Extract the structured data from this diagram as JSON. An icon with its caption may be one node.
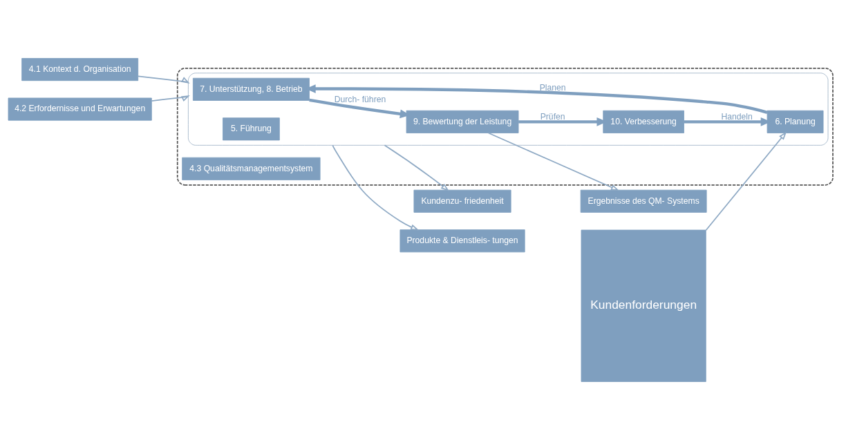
{
  "diagram": {
    "nodes": [
      {
        "text": [
          "4.1 Kontext d. Organisation"
        ]
      },
      {
        "text": [
          "Kundenforderungen"
        ]
      },
      {
        "text": [
          "4.2 Erfordernisse und Erwartungen"
        ]
      },
      {
        "text": [],
        "shape": "box"
      },
      {
        "text": [
          "4.3 Qualitätsmanagementsystem"
        ],
        "in": 3
      },
      {
        "text": [],
        "shape": "ellipse",
        "in": 3
      },
      {
        "text": [
          "7. Unterstützung, 8. Betrieb"
        ],
        "in": 5
      },
      {
        "text": [
          "6. Planung"
        ],
        "in": 5
      },
      {
        "text": [
          "5. Führung"
        ],
        "in": 5
      },
      {
        "text": [
          "9. Bewertung der Leistung"
        ],
        "in": 5
      },
      {
        "text": [
          "10. Verbesserung"
        ],
        "in": 5
      },
      {
        "text": [
          "Kundenzu- friedenheit"
        ]
      },
      {
        "text": [
          "Ergebnisse des QM- Systems"
        ]
      },
      {
        "text": [
          "Produkte & Dienstleis- tungen"
        ]
      }
    ],
    "edges": [
      {
        "from": 0,
        "to": 5,
        "arrow": "to"
      },
      {
        "from": 1,
        "to": 7,
        "arrow": "to"
      },
      {
        "from": 2,
        "to": 5,
        "arrow": "to"
      },
      {
        "from": 7,
        "to": 6,
        "label": "Planen",
        "arrow": "to",
        "style": "thick",
        "color": "#7f9fbf"
      },
      {
        "from": 6,
        "to": 9,
        "label": "Durch- führen",
        "arrow": "to",
        "style": "thick",
        "color": "#7f9fbf"
      },
      {
        "from": 9,
        "to": 10,
        "label": "Prüfen",
        "arrow": "to",
        "style": "thick",
        "color": "#7f9fbf"
      },
      {
        "from": 10,
        "to": 7,
        "label": "Handeln",
        "arrow": "to",
        "style": "thick",
        "color": "#7f9fbf"
      },
      {
        "from": 5,
        "to": 11,
        "arrow": "to"
      },
      {
        "from": 9,
        "to": 12,
        "arrow": "to"
      },
      {
        "from": 5,
        "to": 13,
        "arrow": "to"
      }
    ]
  }
}
